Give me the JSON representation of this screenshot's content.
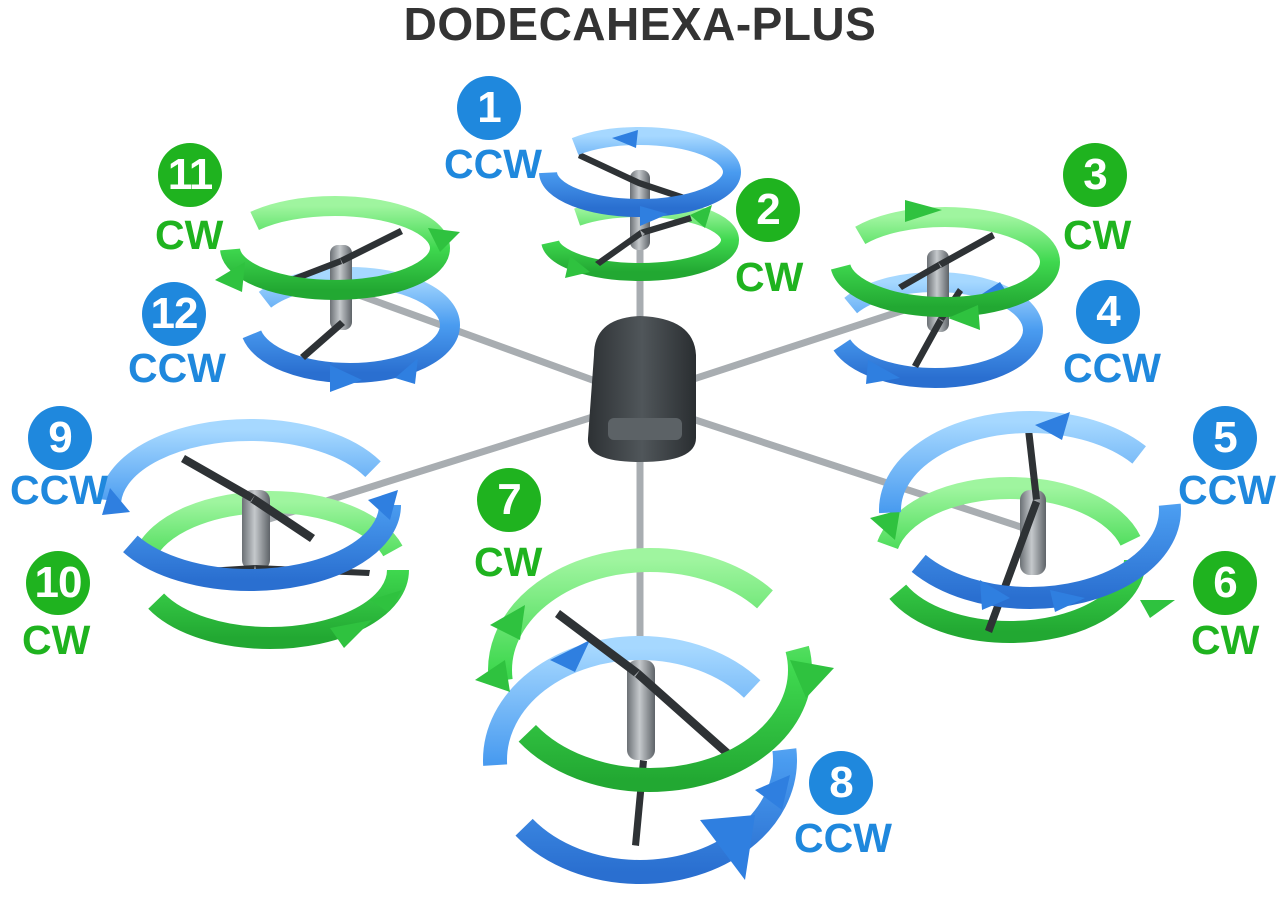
{
  "title": "DODECAHEXA-PLUS",
  "colors": {
    "cw": "#1fb31f",
    "ccw": "#1f88dd",
    "frame": "#3b3f42",
    "arm": "#a8adb1"
  },
  "motors": [
    {
      "num": "1",
      "dir": "CCW"
    },
    {
      "num": "2",
      "dir": "CW"
    },
    {
      "num": "3",
      "dir": "CW"
    },
    {
      "num": "4",
      "dir": "CCW"
    },
    {
      "num": "5",
      "dir": "CCW"
    },
    {
      "num": "6",
      "dir": "CW"
    },
    {
      "num": "7",
      "dir": "CW"
    },
    {
      "num": "8",
      "dir": "CCW"
    },
    {
      "num": "9",
      "dir": "CCW"
    },
    {
      "num": "10",
      "dir": "CW"
    },
    {
      "num": "11",
      "dir": "CW"
    },
    {
      "num": "12",
      "dir": "CCW"
    }
  ]
}
